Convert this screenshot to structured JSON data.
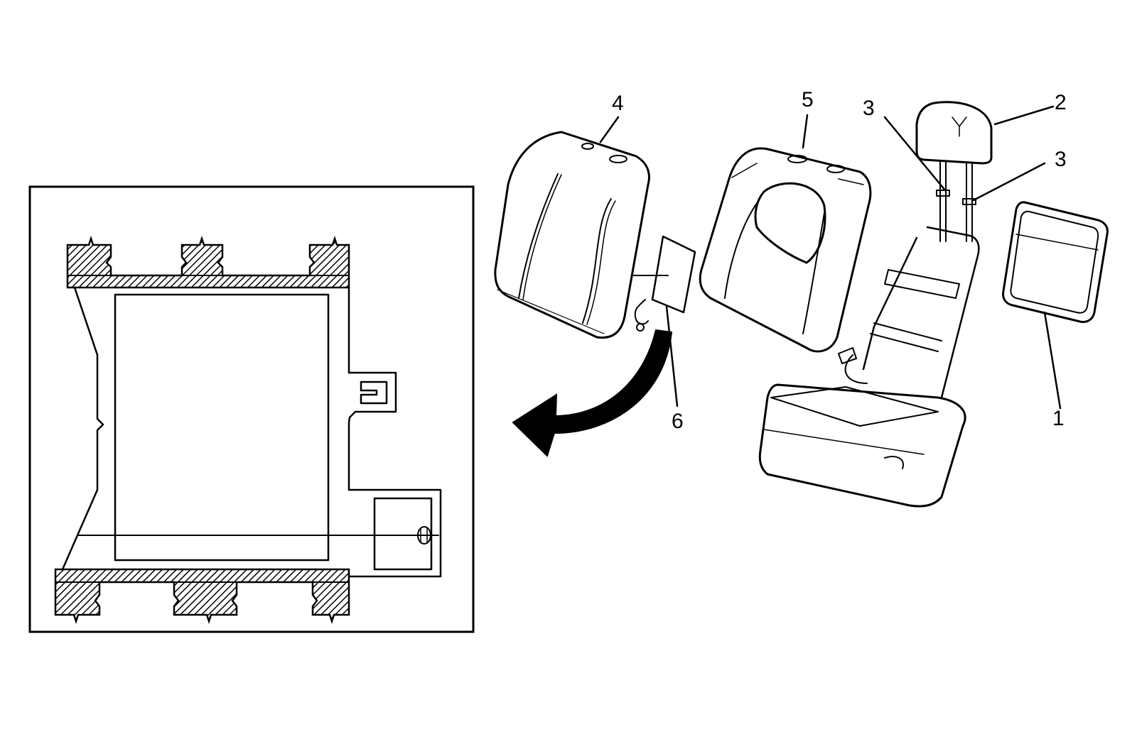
{
  "callouts": {
    "c1": "1",
    "c2": "2",
    "c3a": "3",
    "c3b": "3",
    "c4": "4",
    "c5": "5",
    "c6": "6"
  },
  "colors": {
    "line": "#000000",
    "background": "#ffffff"
  }
}
